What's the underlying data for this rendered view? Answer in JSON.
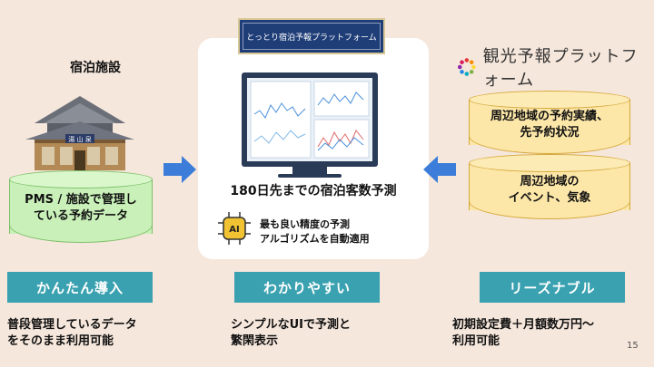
{
  "left": {
    "title": "宿泊施設",
    "building_sign": "湯 山 泉",
    "cylinder_text_line1": "PMS / 施設で管理し",
    "cylinder_text_line2": "ている予約データ"
  },
  "center": {
    "banner": "とっとり宿泊予報プラットフォーム",
    "main_caption": "180日先までの宿泊客数予測",
    "ai_label": "AI",
    "ai_text_line1": "最も良い精度の予測",
    "ai_text_line2": "アルゴリズムを自動適用"
  },
  "right": {
    "logo_text": "観光予報プラットフォーム",
    "cyl1_line1": "周辺地域の予約実績、",
    "cyl1_line2": "先予約状況",
    "cyl2_line1": "周辺地域の",
    "cyl2_line2": "イベント、気象"
  },
  "features": [
    {
      "tag": "かんたん導入",
      "desc_line1": "普段管理しているデータ",
      "desc_line2": "をそのまま利用可能"
    },
    {
      "tag": "わかりやすい",
      "desc_line1": "シンプルなUIで予測と",
      "desc_line2": "繁閑表示"
    },
    {
      "tag": "リーズナブル",
      "desc_line1": "初期設定費＋月額数万円～",
      "desc_line2": "利用可能"
    }
  ],
  "page_number": "15",
  "colors": {
    "background": "#f6e7dc",
    "tag": "#3aa1b0",
    "arrow": "#3b7dd8",
    "banner": "#1f3e78"
  }
}
